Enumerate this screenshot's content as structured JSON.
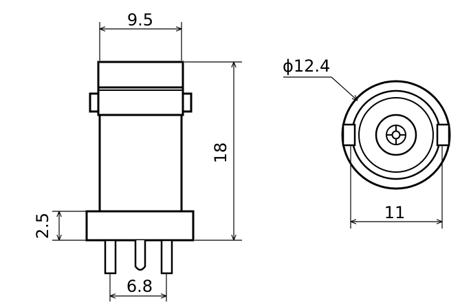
{
  "dimensions": {
    "top_width": "9.5",
    "height": "18",
    "flange_height": "2.5",
    "pin_spacing": "6.8",
    "outer_diameter": "ϕ12.4",
    "side_width": "11"
  },
  "colors": {
    "line": "#000000",
    "background": "#ffffff"
  }
}
